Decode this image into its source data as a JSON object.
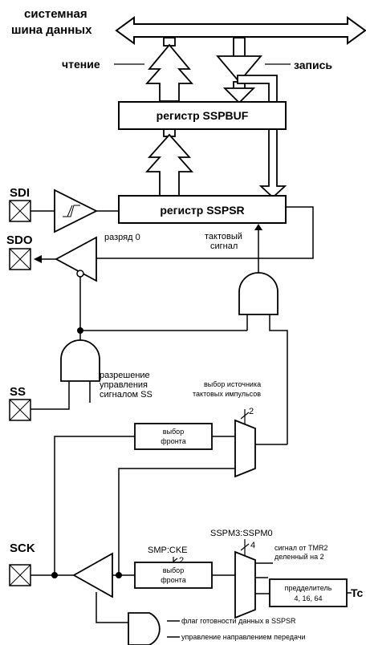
{
  "bus": {
    "line1": "системная",
    "line2": "шина данных"
  },
  "labels": {
    "read": "чтение",
    "write": "запись",
    "bit0": "разряд 0",
    "clock1": "тактовый",
    "clock2": "сигнал",
    "enable1": "разрешение",
    "enable2": "управления",
    "enable3": "сигналом SS",
    "clksrc1": "выбор источника",
    "clksrc2": "тактовых импульсов",
    "sspm": "SSPM3:SSPM0",
    "smp": "SMP:CKE",
    "tmr1": "сигнал от TMR2",
    "tmr2": "деленный на 2",
    "flag": "флаг готовности данных в SSPSR",
    "dir": "управление направлением передачи",
    "tc": "Tc"
  },
  "blocks": {
    "sspbuf": "регистр SSPBUF",
    "sspsr": "регистр SSPSR",
    "edge1a": "выбор",
    "edge1b": "фронта",
    "edge2a": "выбор",
    "edge2b": "фронта",
    "presc1": "предделитель",
    "presc2": "4, 16, 64"
  },
  "bus_widths": {
    "mux1": "2",
    "mux2": "4",
    "smp": "2"
  },
  "pins": {
    "sdi": "SDI",
    "sdo": "SDO",
    "ss": "SS",
    "sck": "SCK"
  }
}
